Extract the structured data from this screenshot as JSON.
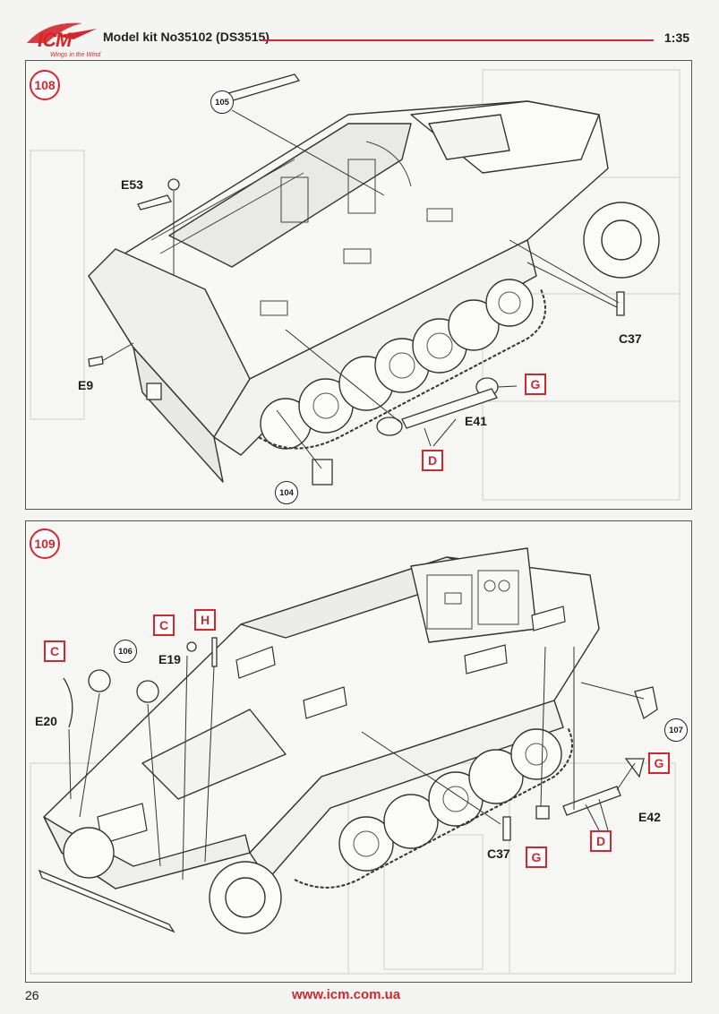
{
  "header": {
    "logo_text": "ICM",
    "logo_tagline": "Wings in the Wind",
    "model_kit": "Model kit No35102 (DS3515)",
    "scale": "1:35"
  },
  "steps": [
    {
      "number": "108",
      "ref_steps": [
        "105",
        "104"
      ],
      "parts": [
        "E53",
        "E9",
        "C37",
        "E41"
      ],
      "glue_codes": [
        "G",
        "D"
      ]
    },
    {
      "number": "109",
      "ref_steps": [
        "106",
        "107"
      ],
      "parts": [
        "E19",
        "E20",
        "C37",
        "E42"
      ],
      "glue_codes": [
        "C",
        "H",
        "C",
        "G",
        "G",
        "D"
      ]
    }
  ],
  "footer": {
    "page_number": "26",
    "website": "www.icm.com.ua"
  },
  "colors": {
    "accent_red": "#d6262b",
    "line": "#333333",
    "paper": "#f4f4f2"
  }
}
